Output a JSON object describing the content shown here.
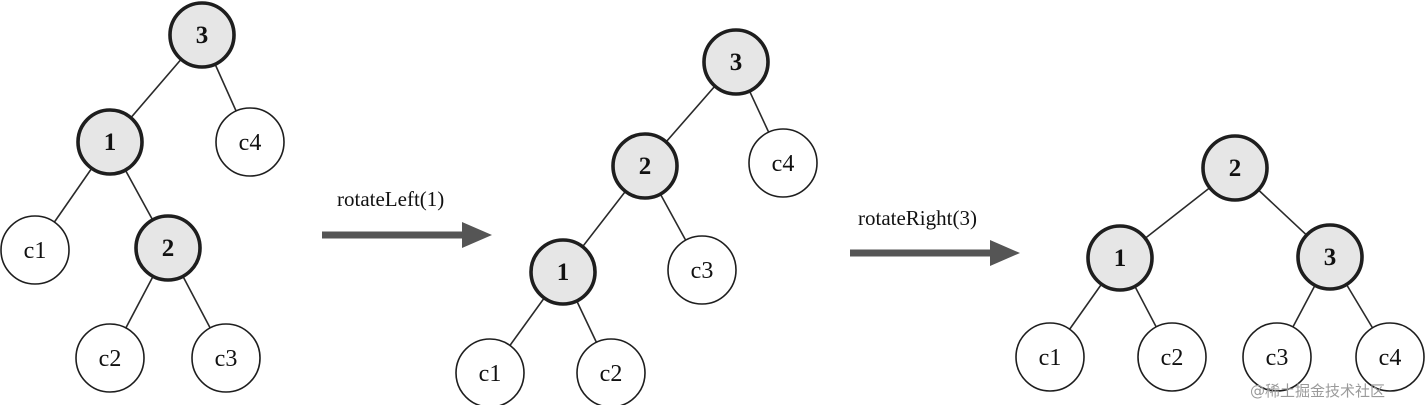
{
  "trees": [
    {
      "nodes": [
        {
          "id": "n3",
          "label": "3",
          "kind": "main"
        },
        {
          "id": "n1",
          "label": "1",
          "kind": "main"
        },
        {
          "id": "c4",
          "label": "c4",
          "kind": "leaf"
        },
        {
          "id": "c1",
          "label": "c1",
          "kind": "leaf"
        },
        {
          "id": "n2",
          "label": "2",
          "kind": "main"
        },
        {
          "id": "c2",
          "label": "c2",
          "kind": "leaf"
        },
        {
          "id": "c3",
          "label": "c3",
          "kind": "leaf"
        }
      ],
      "edges": [
        [
          "n3",
          "n1"
        ],
        [
          "n3",
          "c4"
        ],
        [
          "n1",
          "c1"
        ],
        [
          "n1",
          "n2"
        ],
        [
          "n2",
          "c2"
        ],
        [
          "n2",
          "c3"
        ]
      ]
    },
    {
      "nodes": [
        {
          "id": "n3",
          "label": "3",
          "kind": "main"
        },
        {
          "id": "n2",
          "label": "2",
          "kind": "main"
        },
        {
          "id": "c4",
          "label": "c4",
          "kind": "leaf"
        },
        {
          "id": "n1",
          "label": "1",
          "kind": "main"
        },
        {
          "id": "c3",
          "label": "c3",
          "kind": "leaf"
        },
        {
          "id": "c1",
          "label": "c1",
          "kind": "leaf"
        },
        {
          "id": "c2",
          "label": "c2",
          "kind": "leaf"
        }
      ],
      "edges": [
        [
          "n3",
          "n2"
        ],
        [
          "n3",
          "c4"
        ],
        [
          "n2",
          "n1"
        ],
        [
          "n2",
          "c3"
        ],
        [
          "n1",
          "c1"
        ],
        [
          "n1",
          "c2"
        ]
      ]
    },
    {
      "nodes": [
        {
          "id": "n2",
          "label": "2",
          "kind": "main"
        },
        {
          "id": "n1",
          "label": "1",
          "kind": "main"
        },
        {
          "id": "n3",
          "label": "3",
          "kind": "main"
        },
        {
          "id": "c1",
          "label": "c1",
          "kind": "leaf"
        },
        {
          "id": "c2",
          "label": "c2",
          "kind": "leaf"
        },
        {
          "id": "c3",
          "label": "c3",
          "kind": "leaf"
        },
        {
          "id": "c4",
          "label": "c4",
          "kind": "leaf"
        }
      ],
      "edges": [
        [
          "n2",
          "n1"
        ],
        [
          "n2",
          "n3"
        ],
        [
          "n1",
          "c1"
        ],
        [
          "n1",
          "c2"
        ],
        [
          "n3",
          "c3"
        ],
        [
          "n3",
          "c4"
        ]
      ]
    }
  ],
  "operations": [
    {
      "label": "rotateLeft(1)"
    },
    {
      "label": "rotateRight(3)"
    }
  ],
  "watermark": "@稀土掘金技术社区"
}
